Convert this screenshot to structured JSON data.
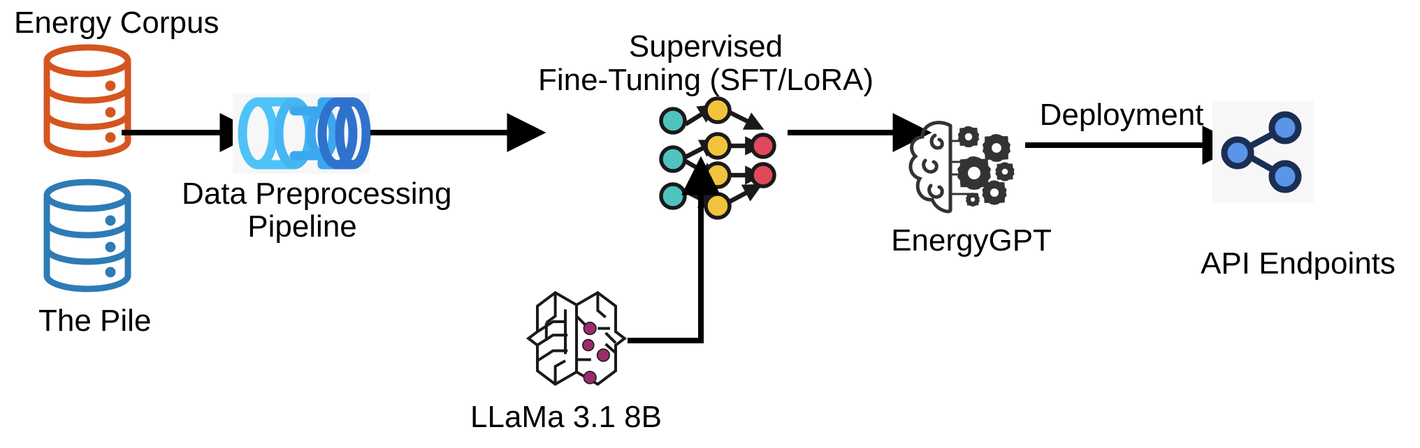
{
  "diagram": {
    "title": "EnergyGPT pipeline architecture",
    "background_color": "#ffffff",
    "arrow_color": "#000000",
    "text_color": "#000000"
  },
  "labels": {
    "energy_corpus": "Energy Corpus",
    "the_pile": "The Pile",
    "data_preprocessing_line1": "Data Preprocessing",
    "data_preprocessing_line2": "Pipeline",
    "sft_line1": "Supervised",
    "sft_line2": "Fine-Tuning (SFT/LoRA)",
    "llama": "LLaMa 3.1 8B",
    "energygpt": "EnergyGPT",
    "deployment": "Deployment",
    "api_endpoints": "API Endpoints"
  },
  "icons": {
    "energy_corpus_db": {
      "name": "database-cylinder-icon",
      "color": "#D4561F",
      "bands": 3,
      "dots": 3
    },
    "the_pile_db": {
      "name": "database-cylinder-icon",
      "color": "#2E7BB5",
      "bands": 3,
      "dots": 3
    },
    "pipeline": {
      "name": "pipeline-icon",
      "color_light": "#4EC3F7",
      "color_mid": "#3BA7EE",
      "color_dark": "#2F72CE"
    },
    "neural_network": {
      "name": "neural-network-icon",
      "input_color": "#4FC3C0",
      "hidden_color": "#F2C33C",
      "output_color": "#E0485C",
      "stroke_color": "#1A1A1A",
      "input_nodes": 3,
      "hidden_nodes": 4,
      "output_nodes": 2
    },
    "llama_brain": {
      "name": "circuit-brain-icon",
      "line_color": "#1A1A1A",
      "dot_color": "#9B2D6B",
      "dots": 4
    },
    "energygpt_brain": {
      "name": "brain-gears-icon",
      "line_color": "#333333",
      "gear_count": 6
    },
    "api_share": {
      "name": "share-network-icon",
      "node_fill": "#5B95E8",
      "node_stroke": "#1B2E55",
      "nodes": 3
    }
  },
  "arrows": [
    {
      "name": "arrow-corpus-to-pipeline",
      "from": "databases",
      "to": "data-preprocessing-pipeline",
      "direction": "right"
    },
    {
      "name": "arrow-pipeline-to-sft",
      "from": "data-preprocessing-pipeline",
      "to": "supervised-fine-tuning",
      "direction": "right"
    },
    {
      "name": "arrow-llama-to-sft",
      "from": "llama-3-1-8b",
      "to": "supervised-fine-tuning",
      "direction": "right-then-up"
    },
    {
      "name": "arrow-sft-to-energygpt",
      "from": "supervised-fine-tuning",
      "to": "energygpt",
      "direction": "right"
    },
    {
      "name": "arrow-energygpt-to-api",
      "from": "energygpt",
      "to": "api-endpoints",
      "direction": "right",
      "label": "Deployment"
    }
  ]
}
